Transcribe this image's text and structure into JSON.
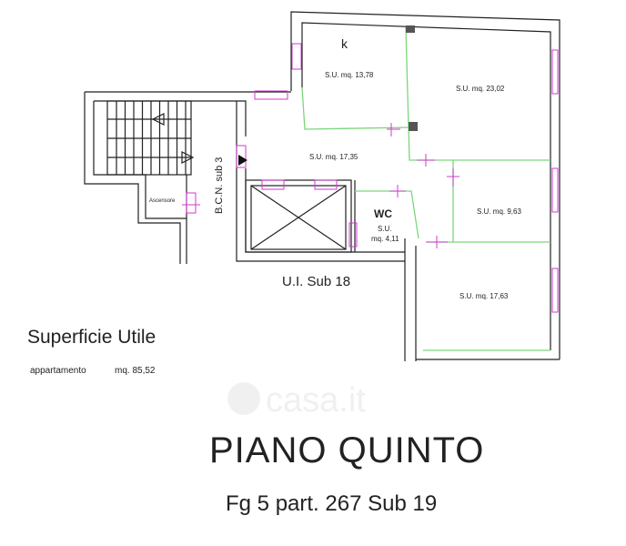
{
  "rooms": {
    "kitchen": {
      "label": "k",
      "area": "S.U.  mq.   13,78"
    },
    "bedroom_large": {
      "area": "S.U.  mq.   23,02"
    },
    "hall": {
      "area": "S.U.  mq.  17,35"
    },
    "bedroom_small": {
      "area": "S.U.  mq.   9,63"
    },
    "bedroom_lower": {
      "area": "S.U.   mq.  17,63"
    },
    "wc": {
      "label": "WC",
      "su": "S.U.",
      "area": "mq.  4,11"
    }
  },
  "labels": {
    "bcn": "B.C.N. sub 3",
    "elevator": "Ascensore",
    "neighbor": "U.I. Sub 18"
  },
  "summary": {
    "title": "Superficie Utile",
    "row_label": "appartamento",
    "row_value": "mq.  85,52"
  },
  "floor_title": "PIANO QUINTO",
  "cadastral": "Fg 5 part. 267 Sub 19",
  "watermark": "casa.it",
  "colors": {
    "wall": "#222222",
    "partition": "#7cd67c",
    "window": "#d23ad2"
  }
}
